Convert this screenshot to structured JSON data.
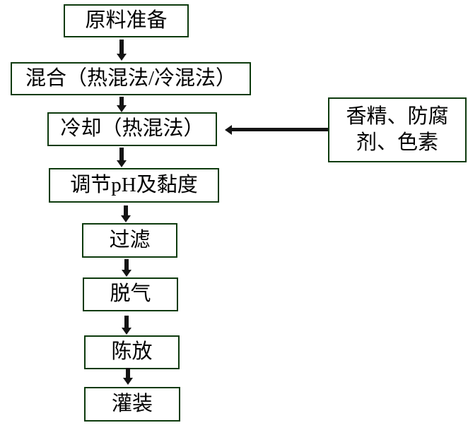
{
  "diagram": {
    "type": "flowchart",
    "direction": "top-to-bottom",
    "nodes": [
      {
        "id": "raw-material-prep",
        "label": "原料准备"
      },
      {
        "id": "mixing",
        "label": "混合（热混法/冷混法）"
      },
      {
        "id": "cooling",
        "label": "冷却（热混法）"
      },
      {
        "id": "adjust-ph",
        "label": "调节pH及黏度"
      },
      {
        "id": "filtering",
        "label": "过滤"
      },
      {
        "id": "degassing",
        "label": "脱气"
      },
      {
        "id": "aging",
        "label": "陈放"
      },
      {
        "id": "filling",
        "label": "灌装"
      }
    ],
    "side_node": {
      "id": "additives",
      "label": "香精、防腐剂、色素",
      "lines": [
        "香精、防腐",
        "剂、色素"
      ],
      "connects_to": "cooling",
      "arrow_direction": "left"
    },
    "edges": [
      [
        "raw-material-prep",
        "mixing"
      ],
      [
        "mixing",
        "cooling"
      ],
      [
        "cooling",
        "adjust-ph"
      ],
      [
        "adjust-ph",
        "filtering"
      ],
      [
        "filtering",
        "degassing"
      ],
      [
        "degassing",
        "aging"
      ],
      [
        "aging",
        "filling"
      ],
      [
        "additives",
        "cooling"
      ]
    ]
  },
  "colors": {
    "box_border": "#0d3a0d",
    "arrow": "#141414",
    "text": "#000000",
    "background": "#ffffff"
  }
}
